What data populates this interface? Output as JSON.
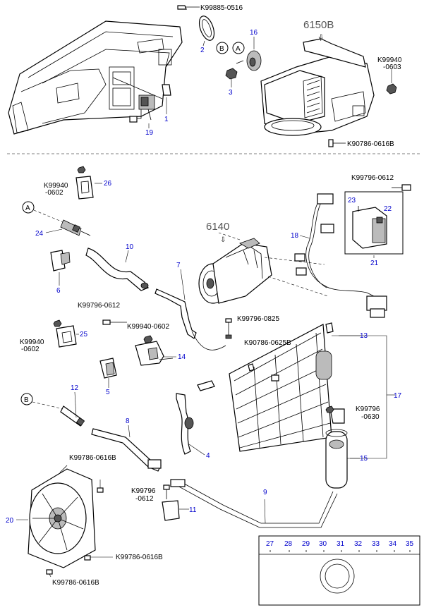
{
  "groups": {
    "top": "6150B",
    "mid": "6140"
  },
  "part_numbers": {
    "p_1": "1",
    "p_2": "2",
    "p_3": "3",
    "p_4": "4",
    "p_5": "5",
    "p_6": "6",
    "p_7": "7",
    "p_8": "8",
    "p_9": "9",
    "p_10": "10",
    "p_11": "11",
    "p_12": "12",
    "p_13": "13",
    "p_14": "14",
    "p_15": "15",
    "p_16": "16",
    "p_17": "17",
    "p_18": "18",
    "p_19": "19",
    "p_20": "20",
    "p_21": "21",
    "p_22": "22",
    "p_23": "23",
    "p_24": "24",
    "p_25": "25",
    "p_26": "26"
  },
  "inset_numbers": [
    "27",
    "28",
    "29",
    "30",
    "31",
    "32",
    "33",
    "34",
    "35"
  ],
  "fasteners": {
    "f_top_bolt": "K99885-0516",
    "f_nut_top_a": "K99940",
    "f_nut_top_b": "-0603",
    "f_bolt_top": "K90786-0616B",
    "f_bolt_right": "K99796-0612",
    "f_nut_26_a": "K99940",
    "f_nut_26_b": "-0602",
    "f_bolt_left": "K99796-0612",
    "f_nut_25_a": "K99940",
    "f_nut_25_b": "-0602",
    "f_nut_mid": "K99940-0602",
    "f_bolt_mid": "K99796-0825",
    "f_bolt_cond": "K90786-0625B",
    "f_bolt_rcv_a": "K99796",
    "f_bolt_rcv_b": "-0630",
    "f_bolt_fan_top": "K99786-0616B",
    "f_bolt_11_a": "K99796",
    "f_bolt_11_b": "-0612",
    "f_bolt_fan_1": "K99786-0616B",
    "f_bolt_fan_2": "K99786-0616B"
  },
  "callouts": {
    "A": "A",
    "B": "B"
  }
}
